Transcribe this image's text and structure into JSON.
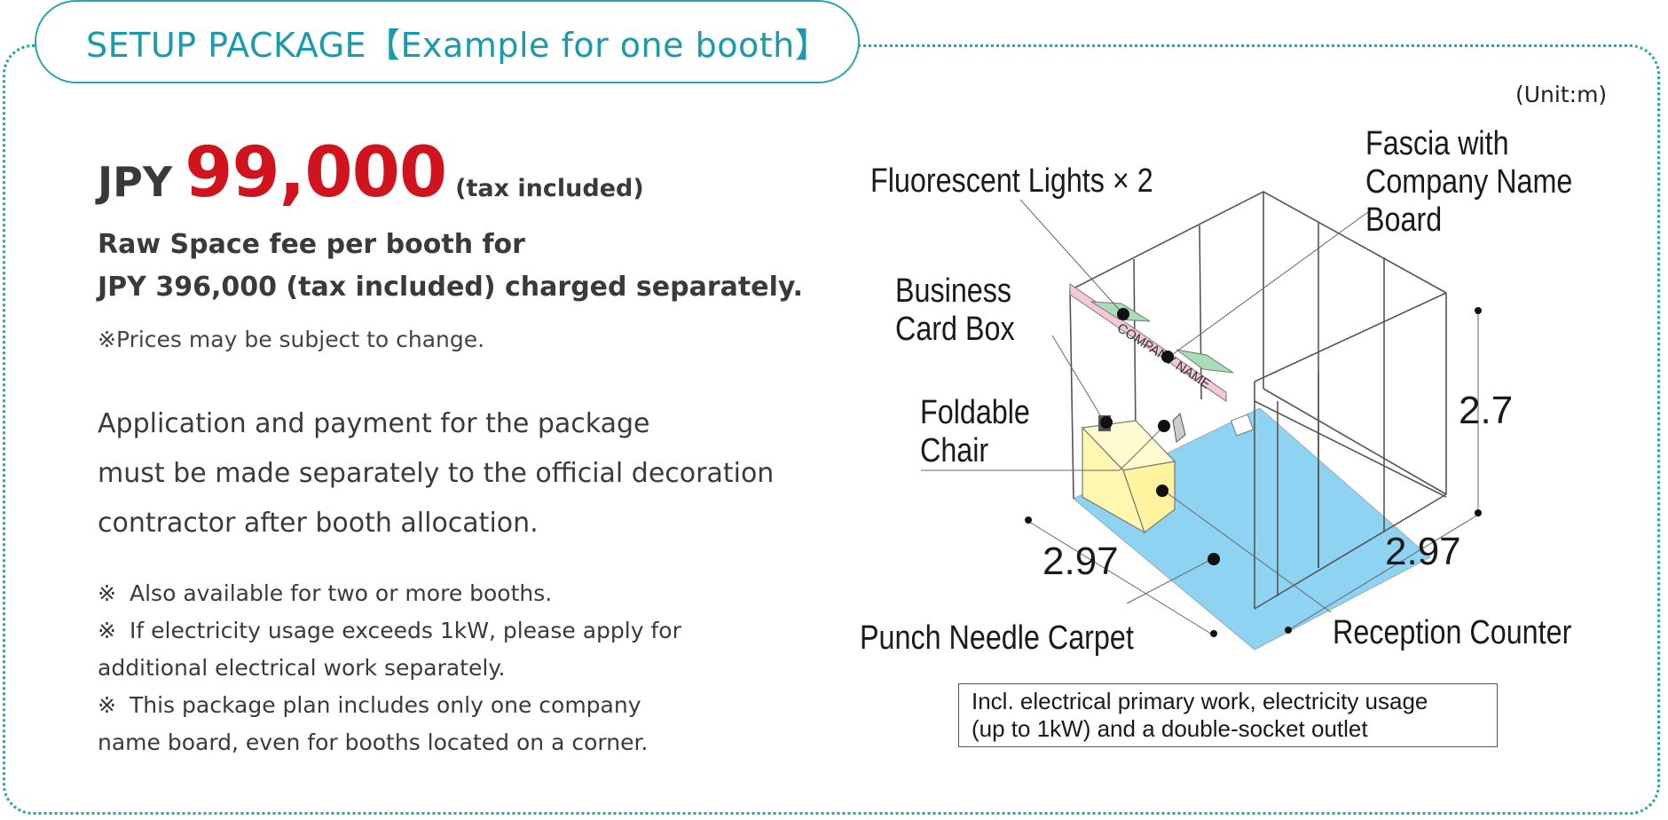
{
  "header": {
    "title": "SETUP PACKAGE【Example for one booth】"
  },
  "price": {
    "currency": "JPY",
    "amount": "99,000",
    "tax_note": "(tax included)"
  },
  "raw_space": {
    "line1": "Raw Space fee per booth for",
    "line2": "JPY 396,000 (tax included) charged separately."
  },
  "prices_note": "※Prices may be subject to change.",
  "application": {
    "line1": "Application and payment for the package",
    "line2": "must be made separately to the official decoration",
    "line3": "contractor after booth allocation."
  },
  "notes": {
    "mark": "※",
    "n1": "Also available for two or more booths.",
    "n2a": "If electricity usage exceeds 1kW, please apply for",
    "n2b": "additional electrical work separately.",
    "n3a": "This package plan includes only one company",
    "n3b": "name board, even for booths located on a corner."
  },
  "diagram": {
    "unit": "(Unit:m)",
    "fluorescent": "Fluorescent Lights × 2",
    "fascia1": "Fascia with",
    "fascia2": "Company Name",
    "fascia3": "Board",
    "card1": "Business",
    "card2": "Card Box",
    "chair1": "Foldable",
    "chair2": "Chair",
    "carpet": "Punch Needle Carpet",
    "counter": "Reception Counter",
    "company_board_text": "COMPANY NAME",
    "dim_height": "2.7",
    "dim_width_left": "2.97",
    "dim_width_right": "2.97",
    "incl1": "Incl. electrical primary work, electricity usage",
    "incl2": "(up to 1kW) and  a double-socket outlet"
  },
  "colors": {
    "accent": "#2aa3b0",
    "price_red": "#d0131c",
    "carpet_blue": "#8fd3f2",
    "counter_yellow": "#fff7b0",
    "fascia_pink": "#f6c7d9",
    "light_green": "#a8ddb5"
  }
}
